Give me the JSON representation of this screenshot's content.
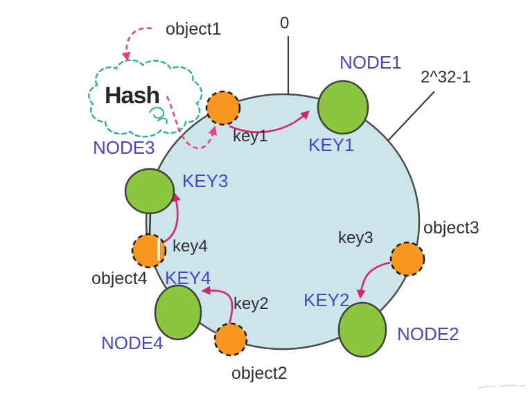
{
  "labels": {
    "hash_cloud": "Hash",
    "ring_start": "0",
    "ring_end": "2^32-1",
    "nodes": [
      "NODE1",
      "NODE2",
      "NODE3",
      "NODE4"
    ],
    "node_keys": [
      "KEY1",
      "KEY2",
      "KEY3",
      "KEY4"
    ],
    "objects": [
      "object1",
      "object2",
      "object3",
      "object4"
    ],
    "object_keys": [
      "key1",
      "key2",
      "key3",
      "key4"
    ]
  },
  "colors": {
    "ring_fill": "#cbe5ea",
    "ring_stroke": "#4b4b4b",
    "node_fill": "#8cc63e",
    "node_stroke": "#3f3f3f",
    "object_fill": "#f8961d",
    "object_stroke": "#1c1c1c",
    "arrow_solid": "#d6246e",
    "arrow_dashed": "#e8417f",
    "cloud_stroke": "#20b2a2",
    "label_blue": "#4646c8",
    "label_dark": "#2f2f35",
    "tick_stroke": "#3c3c3c",
    "watermark": "#cccccc"
  }
}
